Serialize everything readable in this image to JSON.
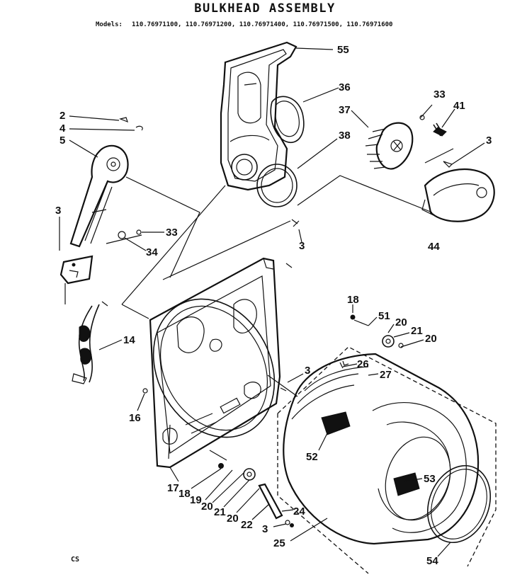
{
  "title": "BULKHEAD ASSEMBLY",
  "models_label": "Models:",
  "models": "110.76971100, 110.76971200, 110.76971400, 110.76971500, 110.76971600",
  "footer_code": "CS",
  "callouts": [
    {
      "id": "c55",
      "text": "55"
    },
    {
      "id": "c36",
      "text": "36"
    },
    {
      "id": "c33a",
      "text": "33"
    },
    {
      "id": "c41",
      "text": "41"
    },
    {
      "id": "c37",
      "text": "37"
    },
    {
      "id": "c38",
      "text": "38"
    },
    {
      "id": "c3a",
      "text": "3"
    },
    {
      "id": "c2",
      "text": "2"
    },
    {
      "id": "c4",
      "text": "4"
    },
    {
      "id": "c5",
      "text": "5"
    },
    {
      "id": "c3b",
      "text": "3"
    },
    {
      "id": "c33b",
      "text": "33"
    },
    {
      "id": "c34",
      "text": "34"
    },
    {
      "id": "c3c",
      "text": "3"
    },
    {
      "id": "c44",
      "text": "44"
    },
    {
      "id": "c14",
      "text": "14"
    },
    {
      "id": "c18a",
      "text": "18"
    },
    {
      "id": "c51",
      "text": "51"
    },
    {
      "id": "c20a",
      "text": "20"
    },
    {
      "id": "c21a",
      "text": "21"
    },
    {
      "id": "c20b",
      "text": "20"
    },
    {
      "id": "c3d",
      "text": "3"
    },
    {
      "id": "c26",
      "text": "26"
    },
    {
      "id": "c27",
      "text": "27"
    },
    {
      "id": "c16",
      "text": "16"
    },
    {
      "id": "c52",
      "text": "52"
    },
    {
      "id": "c53",
      "text": "53"
    },
    {
      "id": "c17",
      "text": "17"
    },
    {
      "id": "c18b",
      "text": "18"
    },
    {
      "id": "c19",
      "text": "19"
    },
    {
      "id": "c20c",
      "text": "20"
    },
    {
      "id": "c21b",
      "text": "21"
    },
    {
      "id": "c20d",
      "text": "20"
    },
    {
      "id": "c22",
      "text": "22"
    },
    {
      "id": "c24",
      "text": "24"
    },
    {
      "id": "c3e",
      "text": "3"
    },
    {
      "id": "c25",
      "text": "25"
    },
    {
      "id": "c54",
      "text": "54"
    }
  ]
}
